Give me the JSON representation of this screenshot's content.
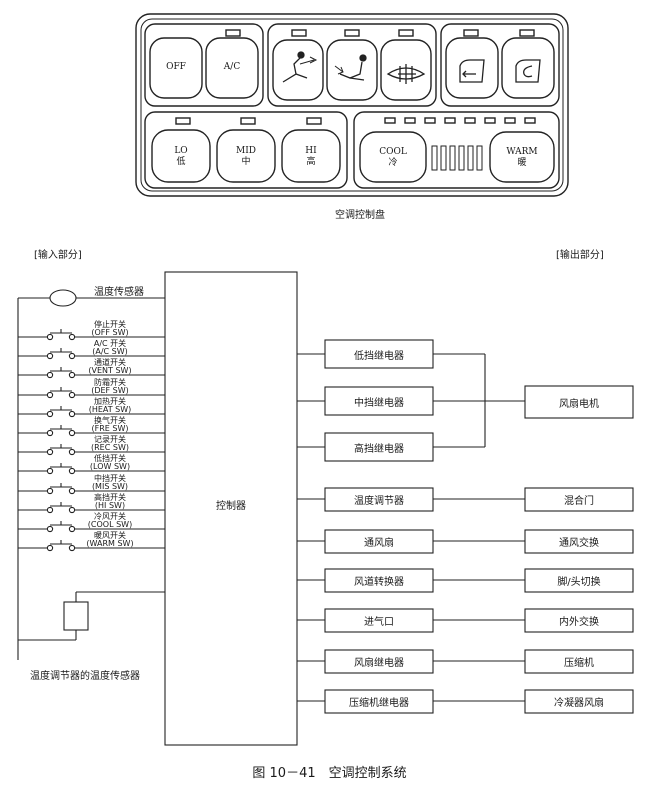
{
  "panel": {
    "caption": "空调控制盘",
    "buttons": {
      "off": "OFF",
      "ac": "A/C",
      "lo": "LO",
      "lo_cn": "低",
      "mid": "MID",
      "mid_cn": "中",
      "hi": "HI",
      "hi_cn": "高",
      "cool": "COOL",
      "cool_cn": "冷",
      "warm": "WARM",
      "warm_cn": "暖"
    },
    "icons": [
      "vent-mode-icon",
      "foot-mode-icon",
      "defrost-icon",
      "fresh-air-icon",
      "recirculation-icon"
    ]
  },
  "diagram": {
    "input_heading": "[输入部分]",
    "output_heading": "[输出部分]",
    "temp_sensor": "温度传感器",
    "controller": "控制器",
    "regulator_sensor": "温度调节器的温度传感器",
    "switches": [
      {
        "cn": "停止开关",
        "en": "(OFF SW)"
      },
      {
        "cn": "A/C 开关",
        "en": "(A/C SW)"
      },
      {
        "cn": "通道开关",
        "en": "(VENT SW)"
      },
      {
        "cn": "防霜开关",
        "en": "(DEF SW)"
      },
      {
        "cn": "加热开关",
        "en": "(HEAT SW)"
      },
      {
        "cn": "换气开关",
        "en": "(FRE SW)"
      },
      {
        "cn": "记录开关",
        "en": "(REC SW)"
      },
      {
        "cn": "低挡开关",
        "en": "(LOW SW)"
      },
      {
        "cn": "中挡开关",
        "en": "(MIS SW)"
      },
      {
        "cn": "高挡开关",
        "en": "(HI SW)"
      },
      {
        "cn": "冷风开关",
        "en": "(COOL SW)"
      },
      {
        "cn": "暖风开关",
        "en": "(WARM SW)"
      }
    ],
    "relays": [
      "低挡继电器",
      "中挡继电器",
      "高挡继电器"
    ],
    "fan_motor": "风扇电机",
    "outputs": [
      {
        "left": "温度调节器",
        "right": "混合门"
      },
      {
        "left": "通风扇",
        "right": "通风交换"
      },
      {
        "left": "风道转换器",
        "right": "脚/头切换"
      },
      {
        "left": "进气口",
        "right": "内外交换"
      },
      {
        "left": "风扇继电器",
        "right": "压缩机"
      },
      {
        "left": "压缩机继电器",
        "right": "冷凝器风扇"
      }
    ]
  },
  "figure_caption": "图 10－41　空调控制系统"
}
